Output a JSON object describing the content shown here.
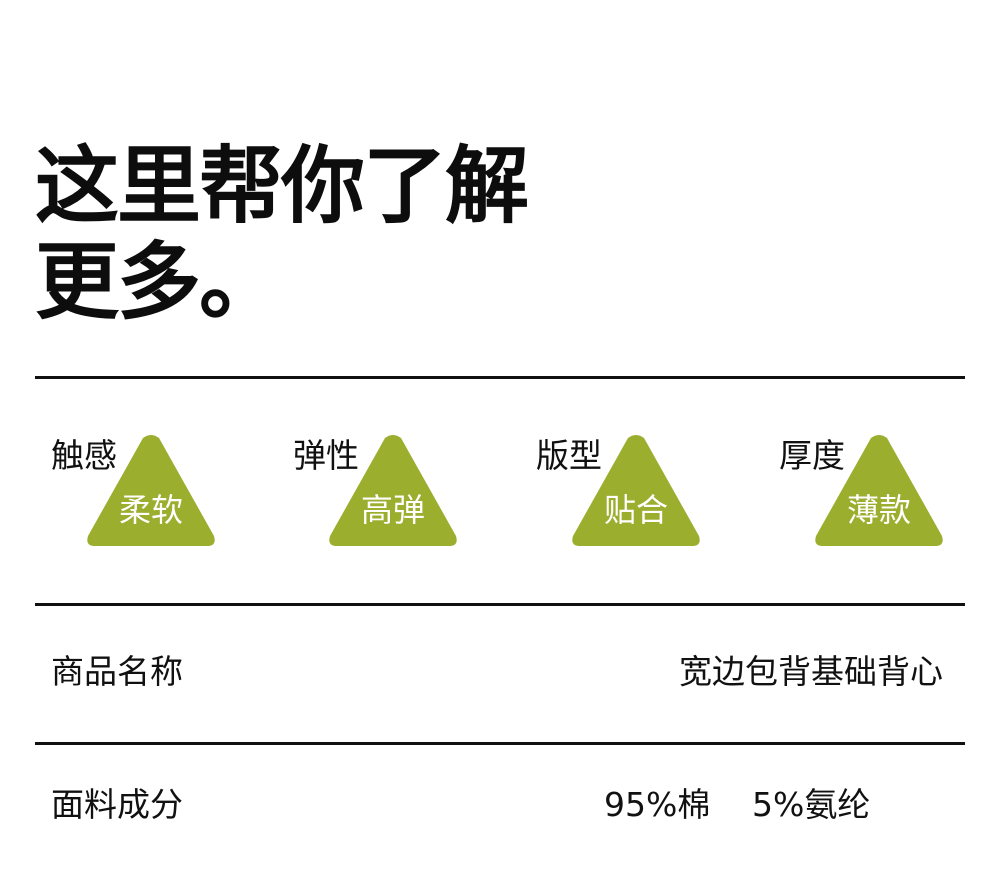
{
  "headline": {
    "line1": "这里帮你了解",
    "line2": "更多。"
  },
  "accent_color": "#9bae2e",
  "attributes": [
    {
      "label": "触感",
      "value": "柔软"
    },
    {
      "label": "弹性",
      "value": "高弹"
    },
    {
      "label": "版型",
      "value": "贴合"
    },
    {
      "label": "厚度",
      "value": "薄款"
    }
  ],
  "product_name": {
    "label": "商品名称",
    "value": "宽边包背基础背心"
  },
  "fabric": {
    "label": "面料成分",
    "values": [
      "95%棉",
      "5%氨纶"
    ]
  }
}
